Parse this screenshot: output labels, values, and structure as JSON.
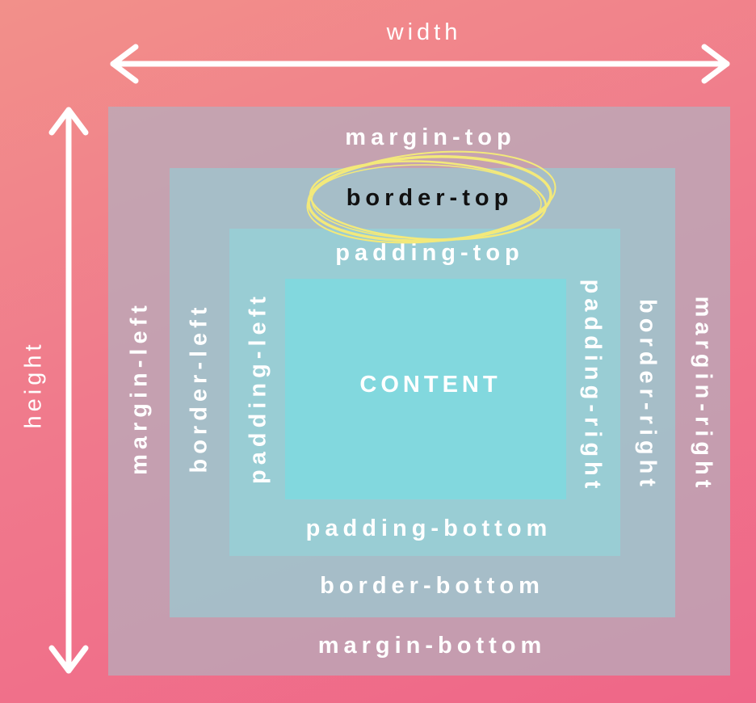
{
  "dimensions": {
    "width": "width",
    "height": "height"
  },
  "labels": {
    "margin_top": "margin-top",
    "margin_bottom": "margin-bottom",
    "margin_left": "margin-left",
    "margin_right": "margin-right",
    "border_top": "border-top",
    "border_bottom": "border-bottom",
    "border_left": "border-left",
    "border_right": "border-right",
    "padding_top": "padding-top",
    "padding_bottom": "padding-bottom",
    "padding_left": "padding-left",
    "padding_right": "padding-right",
    "content": "CONTENT"
  },
  "highlight": {
    "target": "border-top",
    "color": "#f3e97a"
  },
  "colors": {
    "background_start": "#f2908a",
    "background_end": "#ef6688",
    "content": "#82d8de",
    "text": "#ffffff"
  }
}
